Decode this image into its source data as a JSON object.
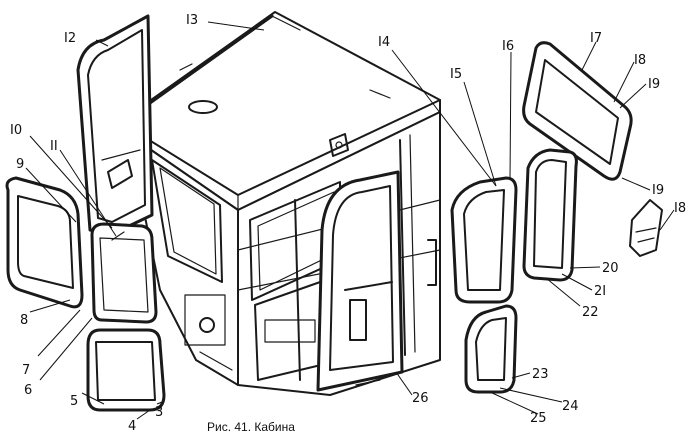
{
  "caption": "Рис. 41. Кабина",
  "callouts": {
    "c_I2": "I2",
    "c_I3": "I3",
    "c_I4": "I4",
    "c_I5": "I5",
    "c_I6": "I6",
    "c_I7": "I7",
    "c_I8a": "I8",
    "c_I9a": "I9",
    "c_I9b": "I9",
    "c_I8b": "I8",
    "c_I0": "I0",
    "c_II": "II",
    "c_9": "9",
    "c_8": "8",
    "c_7": "7",
    "c_6": "6",
    "c_5": "5",
    "c_4": "4",
    "c_3": "3",
    "c_20": "20",
    "c_2I": "2I",
    "c_22": "22",
    "c_23": "23",
    "c_24": "24",
    "c_25": "25",
    "c_26": "26"
  }
}
